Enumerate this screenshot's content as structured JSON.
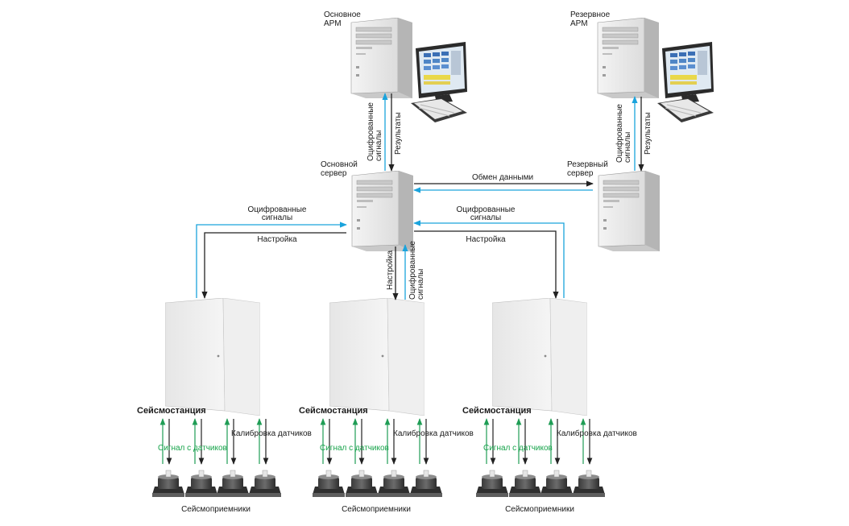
{
  "colors": {
    "digitized_arrow": "#1aa3dc",
    "control_arrow": "#222222",
    "sensor_signal_arrow": "#1f9d55"
  },
  "workstations": {
    "main_label": [
      "Основное",
      "АРМ"
    ],
    "backup_label": [
      "Резервное",
      "АРМ"
    ]
  },
  "servers": {
    "main_label": [
      "Основной",
      "сервер"
    ],
    "backup_label": [
      "Резервный",
      "сервер"
    ]
  },
  "links": {
    "digitized_signals": [
      "Оцифрованные",
      "сигналы"
    ],
    "results": "Результаты",
    "data_exchange": "Обмен данными",
    "tuning": "Настройка"
  },
  "stations": [
    {
      "label": "Сейсмостанция",
      "sensor_signal": "Сигнал с датчиков",
      "calibration": "Калибровка датчиков",
      "receivers_label": "Сейсмоприемники"
    },
    {
      "label": "Сейсмостанция",
      "sensor_signal": "Сигнал с датчиков",
      "calibration": "Калибровка датчиков",
      "receivers_label": "Сейсмоприемники"
    },
    {
      "label": "Сейсмостанция",
      "sensor_signal": "Сигнал с датчиков",
      "calibration": "Калибровка датчиков",
      "receivers_label": "Сейсмоприемники"
    }
  ]
}
